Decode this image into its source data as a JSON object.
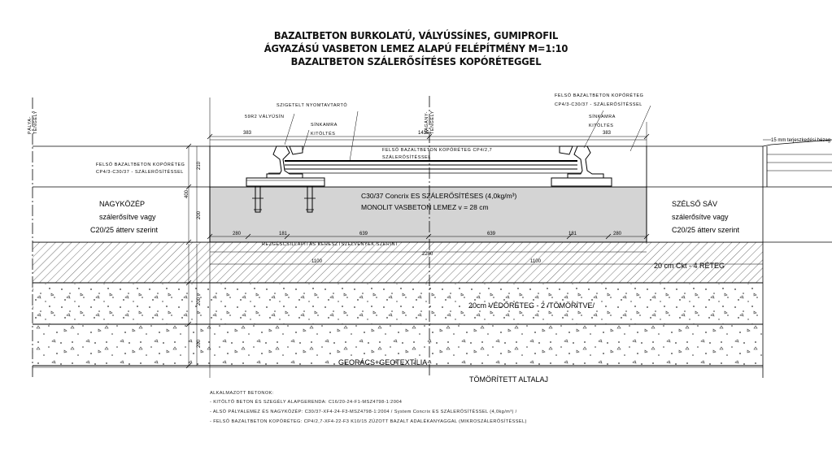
{
  "title": {
    "line1": "BAZALTBETON BURKOLATÚ, VÁLYÚSSÍNES, GUMIPROFIL",
    "line2": "ÁGYAZÁSÚ VASBETON LEMEZ ALAPÚ FELÉPÍTMÉNY M=1:10",
    "line3": "BAZALTBETON SZÁLERŐSÍTÉSES KOPÓRÉTEGGEL"
  },
  "axis_labels": {
    "palya_tengely": "PÁLYA-\nTENGELY",
    "vagany_tengely": "VÁGÁNY-\nTENGELY"
  },
  "labels": {
    "szigetelt": "SZIGETELT NYOMTAVTARTÓ",
    "vaiyusin": "59R2 VÁLYÚSÍN",
    "sinkamra_left": "SÍNKAMRA\nKITÖLTÉS",
    "sinkamra_right": "SÍNKAMRA\nKITÖLTÉS",
    "felso_right": "FELSŐ BAZALTBETON KOPÓRÉTEG\nCP4/3-C30/37 - SZÁLERŐSÍTÉSSEL",
    "felso_center": "FELSŐ BAZALTBETON KOPÓRÉTEG CP4/2,7\nSZÁLERŐSÍTÉSSEL",
    "felso_left": "FELSŐ BAZALTBETON KOPÓRÉTEG\nCP4/3-C30/37 - SZÁLERŐSÍTÉSSEL",
    "dilatacio": "15 mm terjeszkedési hézag",
    "plate_line1": "C30/37 Concrix ES SZÁLERŐSÍTÉSES (4,0kg/m³)",
    "plate_line2": "MONOLIT VASBETON LEMEZ v = 28 cm",
    "nagykozep_1": "NAGYKÖZÉP",
    "nagykozep_2": "szálerősítve vagy",
    "nagykozep_3": "C20/25 átterv szerint",
    "szelso_1": "SZÉLSŐ SÁV",
    "szelso_2": "szálerősítve vagy",
    "szelso_3": "C20/25 átterv szerint",
    "rezgescsillapitas": "REZGÉSCSILLAPÍTÁS KERESZTSZELVÉNYEK SZERINT",
    "ckt": "20 cm Ckt - 4 RÉTEG",
    "vedoreteg": "20cm VÉDŐRÉTEG - 2 /TÖMÖRÍTVE/",
    "georacs": "GEORÁCS+GEOTEXTÍLIA",
    "tomoritett": "TÖMÖRÍTETT ALTALAJ"
  },
  "dimensions": {
    "d383_left": "383",
    "d1435": "1435",
    "d383_right": "383",
    "d210": "210",
    "d400": "400",
    "d200a": "200",
    "d280_left": "280",
    "d181_left": "181",
    "d639_left": "639",
    "d639_right": "639",
    "d181_right": "181",
    "d280_right": "280",
    "d2200": "2200",
    "d1100_left": "1100",
    "d1100_right": "1100",
    "d200b": "200",
    "d200c": "200"
  },
  "notes": {
    "heading": "ALKALMAZOTT BETONOK:",
    "line1": "- KITÖLTŐ BETON ÉS SZEGÉLY ALAPGERENDA: C16/20-24-F1-MSZ4798-1:2004",
    "line2": "- ALSÓ PÁLYALEMEZ ÉS NAGYKÖZÉP: C30/37-XF4-24-F3-MSZ4798-1:2004 / System Concrix ES SZÁLERŐSÍTÉSSEL (4,0kg/m³) /",
    "line3": "- FELSŐ BAZALTBETON KOPÓRÉTEG: CP4/2,7-XF4-22-F3 K10/15 ZÚZOTT BAZALT ADALÉKANYAGGAL (MIKROSZÁLERŐSÍTÉSSEL)"
  },
  "colors": {
    "plate_fill": "#d4d4d4",
    "line": "#000000"
  }
}
